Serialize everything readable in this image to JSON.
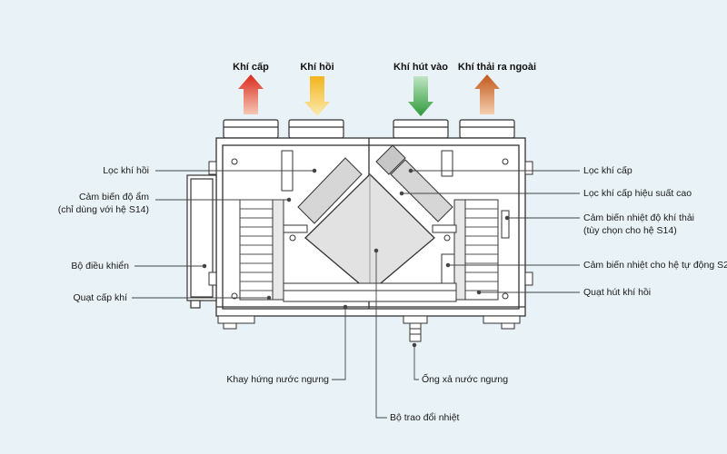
{
  "flows": {
    "supply": {
      "label": "Khí cấp",
      "color": "#d9291c"
    },
    "return": {
      "label": "Khí hồi",
      "color": "#f2b51d"
    },
    "intake": {
      "label": "Khí hút vào",
      "color": "#2e9a3a"
    },
    "exhaust": {
      "label": "Khí thải ra ngoài",
      "color": "#c1571a"
    }
  },
  "callouts": {
    "return_filter": "Lọc khí hồi",
    "humidity_sensor_1": "Cảm biến độ ẩm",
    "humidity_sensor_2": "(chỉ dùng với hệ S14)",
    "controller": "Bộ điều khiển",
    "supply_fan": "Quạt cấp khí",
    "supply_filter": "Lọc khí cấp",
    "hepa_filter": "Lọc khí cấp hiệu suất cao",
    "exhaust_temp_sensor_1": "Cảm biến nhiệt độ khí thải",
    "exhaust_temp_sensor_2": "(tùy chọn cho hệ S14)",
    "auto_temp_sensor": "Cảm biến nhiệt cho hệ tự động S2",
    "return_fan": "Quạt hút khí hồi",
    "condensate_tray": "Khay hứng nước ngưng",
    "drain_pipe": "Ống xả nước ngưng",
    "heat_exchanger": "Bộ trao đổi nhiệt"
  }
}
